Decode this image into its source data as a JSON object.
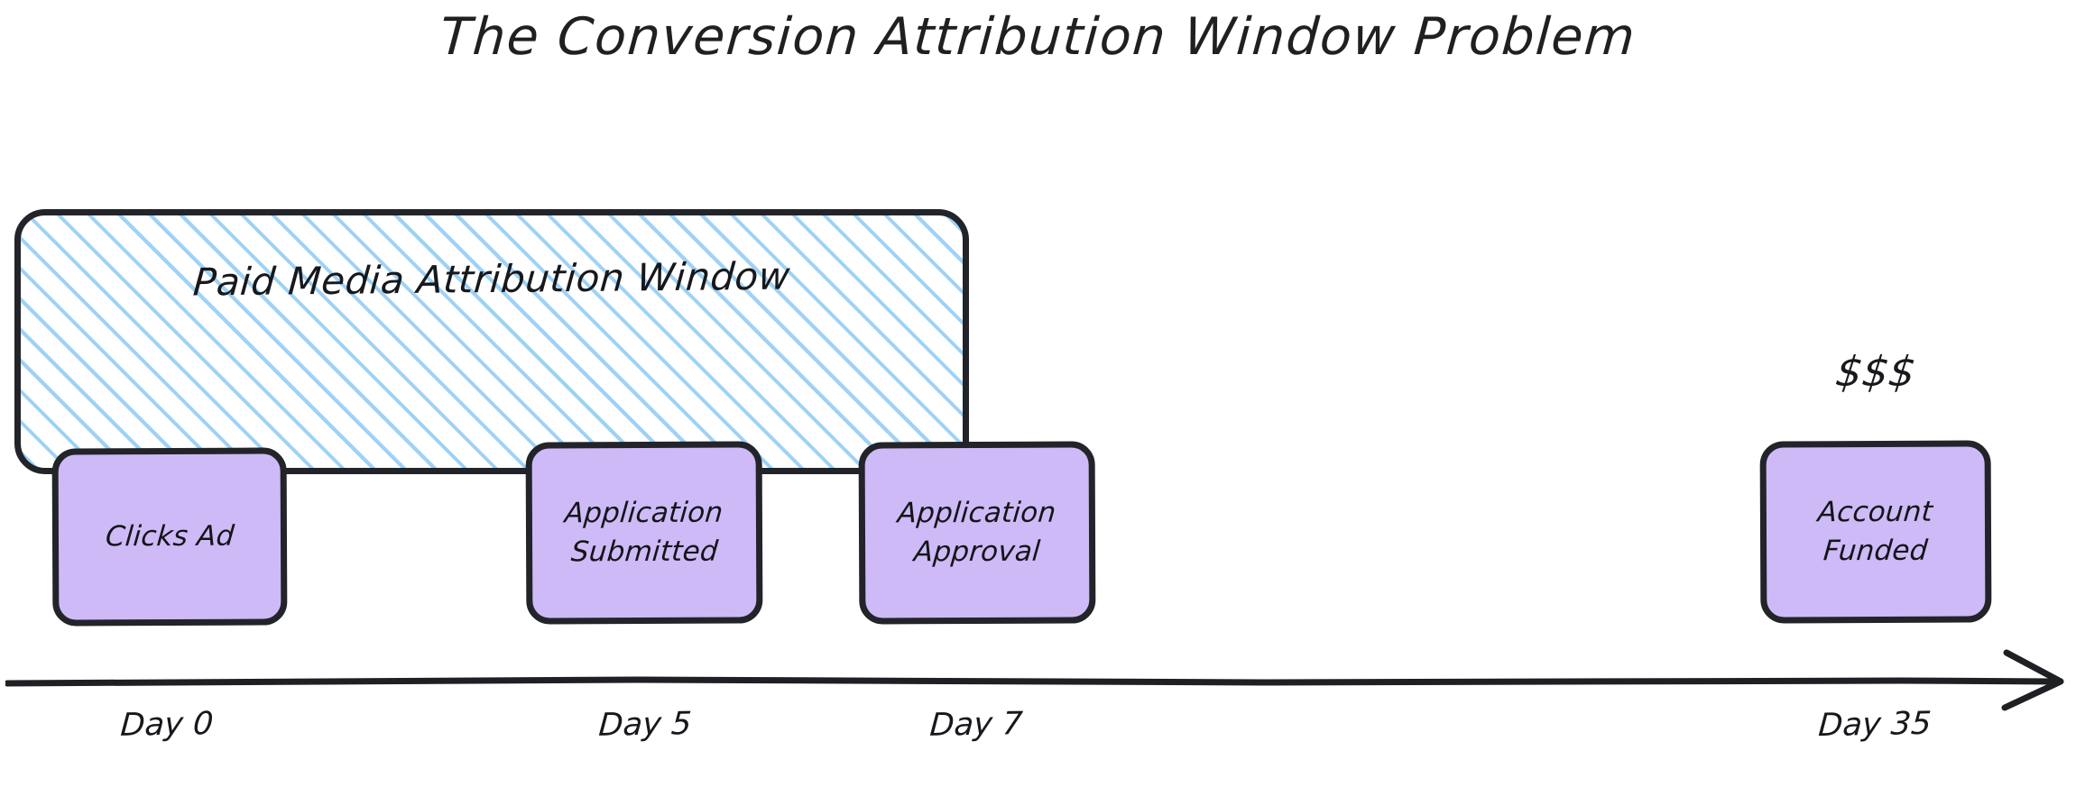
{
  "title": "The Conversion Attribution Window Problem",
  "colors": {
    "node_fill": "#CDBAF7",
    "node_stroke": "#22242A",
    "hatch_stripe": "#9ED2F7",
    "window_stroke": "#22242A",
    "text": "#16181C",
    "background": "#FFFFFF"
  },
  "attribution_window": {
    "label": "Paid Media Attribution Window",
    "covers_days": [
      0,
      7
    ]
  },
  "nodes": [
    {
      "id": "clicks-ad",
      "lines": [
        "Clicks Ad"
      ],
      "day_label": "Day 0",
      "day": 0,
      "inside_window": true
    },
    {
      "id": "app-submitted",
      "lines": [
        "Application",
        "Submitted"
      ],
      "day_label": "Day 5",
      "day": 5,
      "inside_window": true
    },
    {
      "id": "app-approval",
      "lines": [
        "Application",
        "Approval"
      ],
      "day_label": "Day 7",
      "day": 7,
      "inside_window": true
    },
    {
      "id": "account-funded",
      "lines": [
        "Account",
        "Funded"
      ],
      "day_label": "Day 35",
      "day": 35,
      "inside_window": false
    }
  ],
  "annotations": {
    "money": "$$$"
  },
  "axis": {
    "type": "timeline",
    "direction": "left-to-right",
    "arrowhead": "open-chevron-right",
    "ticks": [
      "Day 0",
      "Day 5",
      "Day 7",
      "Day 35"
    ]
  },
  "icons": {
    "arrow": "arrow-right-icon"
  }
}
